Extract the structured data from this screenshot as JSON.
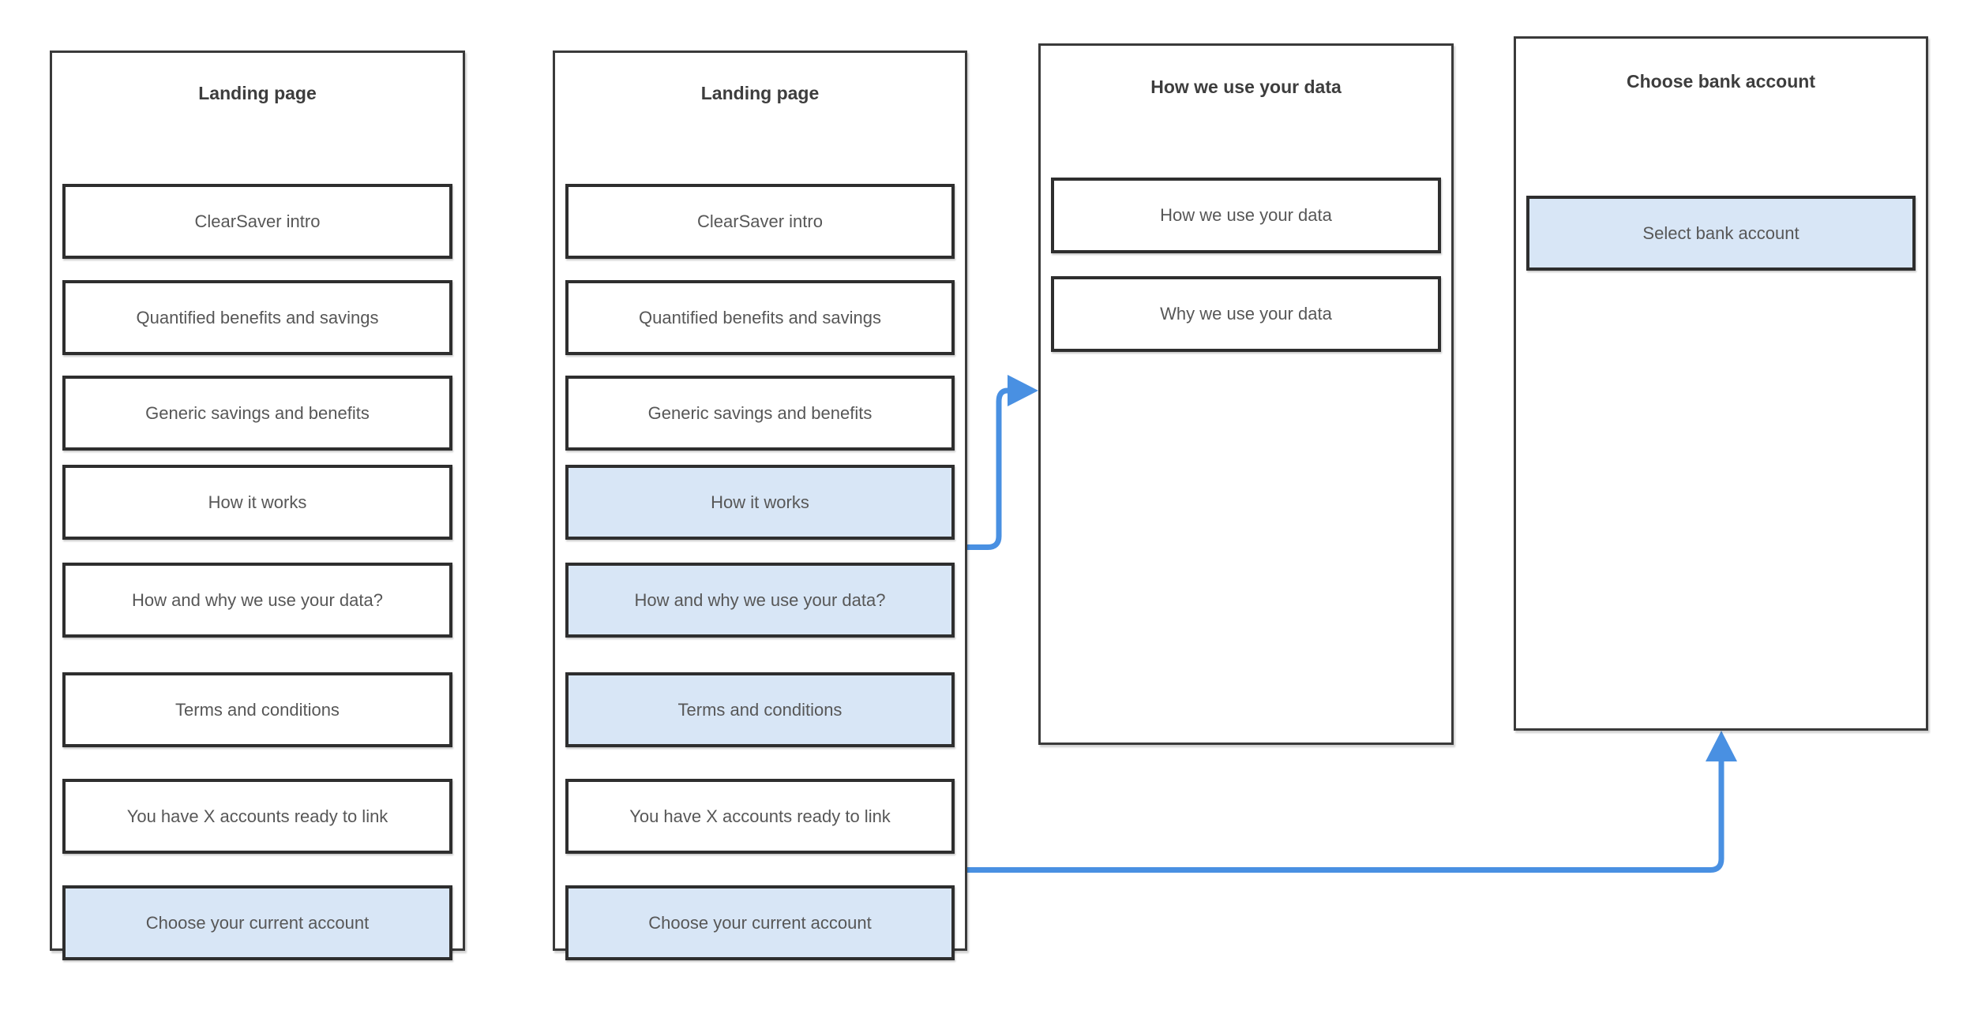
{
  "panels": [
    {
      "title": "Landing page",
      "boxes": [
        {
          "label": "ClearSaver intro",
          "highlighted": false
        },
        {
          "label": "Quantified benefits and savings",
          "highlighted": false
        },
        {
          "label": "Generic savings and benefits",
          "highlighted": false
        },
        {
          "label": "How it works",
          "highlighted": false
        },
        {
          "label": "How and why we use your data?",
          "highlighted": false
        },
        {
          "label": "Terms and conditions",
          "highlighted": false
        },
        {
          "label": "You have X accounts ready to link",
          "highlighted": false
        },
        {
          "label": "Choose your current account",
          "highlighted": true
        }
      ]
    },
    {
      "title": "Landing page",
      "boxes": [
        {
          "label": "ClearSaver intro",
          "highlighted": false
        },
        {
          "label": "Quantified benefits and savings",
          "highlighted": false
        },
        {
          "label": "Generic savings and benefits",
          "highlighted": false
        },
        {
          "label": "How it works",
          "highlighted": true
        },
        {
          "label": "How and why we use your data?",
          "highlighted": true
        },
        {
          "label": "Terms and conditions",
          "highlighted": true
        },
        {
          "label": "You have X accounts ready to link",
          "highlighted": false
        },
        {
          "label": "Choose your current account",
          "highlighted": true
        }
      ]
    },
    {
      "title": "How we use your data",
      "boxes": [
        {
          "label": "How we use your data",
          "highlighted": false
        },
        {
          "label": "Why we use your data",
          "highlighted": false
        }
      ]
    },
    {
      "title": "Choose bank account",
      "boxes": [
        {
          "label": "Select bank account",
          "highlighted": true
        }
      ]
    }
  ],
  "arrows": [
    {
      "from": "How and why we use your data?",
      "to": "How we use your data"
    },
    {
      "from": "Choose your current account",
      "to": "Choose bank account"
    }
  ],
  "colors": {
    "arrow": "#4990e2",
    "highlight_fill": "#d8e6f6",
    "box_border": "#2e2e2e",
    "panel_border": "#3a3a3a",
    "label_text": "#575757",
    "title_text": "#3d3d3d"
  }
}
